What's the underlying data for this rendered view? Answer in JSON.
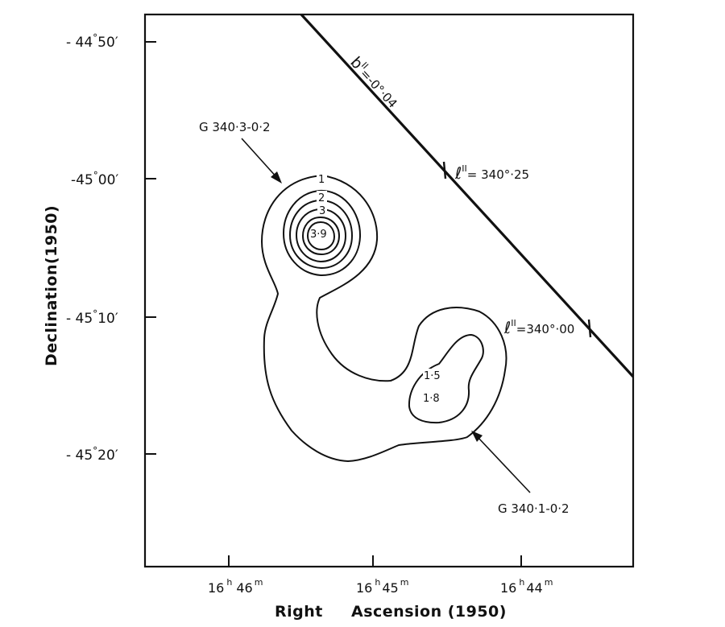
{
  "axes": {
    "y_title": "Declination(1950)",
    "x_title_1": "Right",
    "x_title_2": "Ascension (1950)",
    "y_ticks": [
      {
        "deg": "- 44",
        "sep": "°",
        "min": "50",
        "prime": "′"
      },
      {
        "deg": "-45",
        "sep": "°",
        "min": "00",
        "prime": "′"
      },
      {
        "deg": "- 45",
        "sep": "°",
        "min": "10",
        "prime": "′"
      },
      {
        "deg": "- 45",
        "sep": "°",
        "min": "20",
        "prime": "′"
      }
    ],
    "x_ticks": [
      {
        "h": "16",
        "hu": "h",
        "m": "46",
        "mu": "m"
      },
      {
        "h": "16",
        "hu": "h",
        "m": "45",
        "mu": "m"
      },
      {
        "h": "16",
        "hu": "h",
        "m": "44",
        "mu": "m"
      }
    ]
  },
  "sources": {
    "north": "G 340·3-0·2",
    "south": "G 340·1-0·2"
  },
  "contours": {
    "c1": "1",
    "c2": "2",
    "c3": "3",
    "peak_north": "3·9",
    "c15": "1·5",
    "peak_south": "1·8"
  },
  "galactic": {
    "b_line": {
      "sym": "b",
      "sup": "II",
      "val": "=-0°·04"
    },
    "l_mark_1": {
      "sym": "ℓ",
      "sup": "II",
      "val": "= 340°·25"
    },
    "l_mark_2": {
      "sym": "ℓ",
      "sup": "II",
      "val": "=340°·00"
    }
  },
  "colors": {
    "ink": "#111111",
    "paper": "#ffffff"
  }
}
